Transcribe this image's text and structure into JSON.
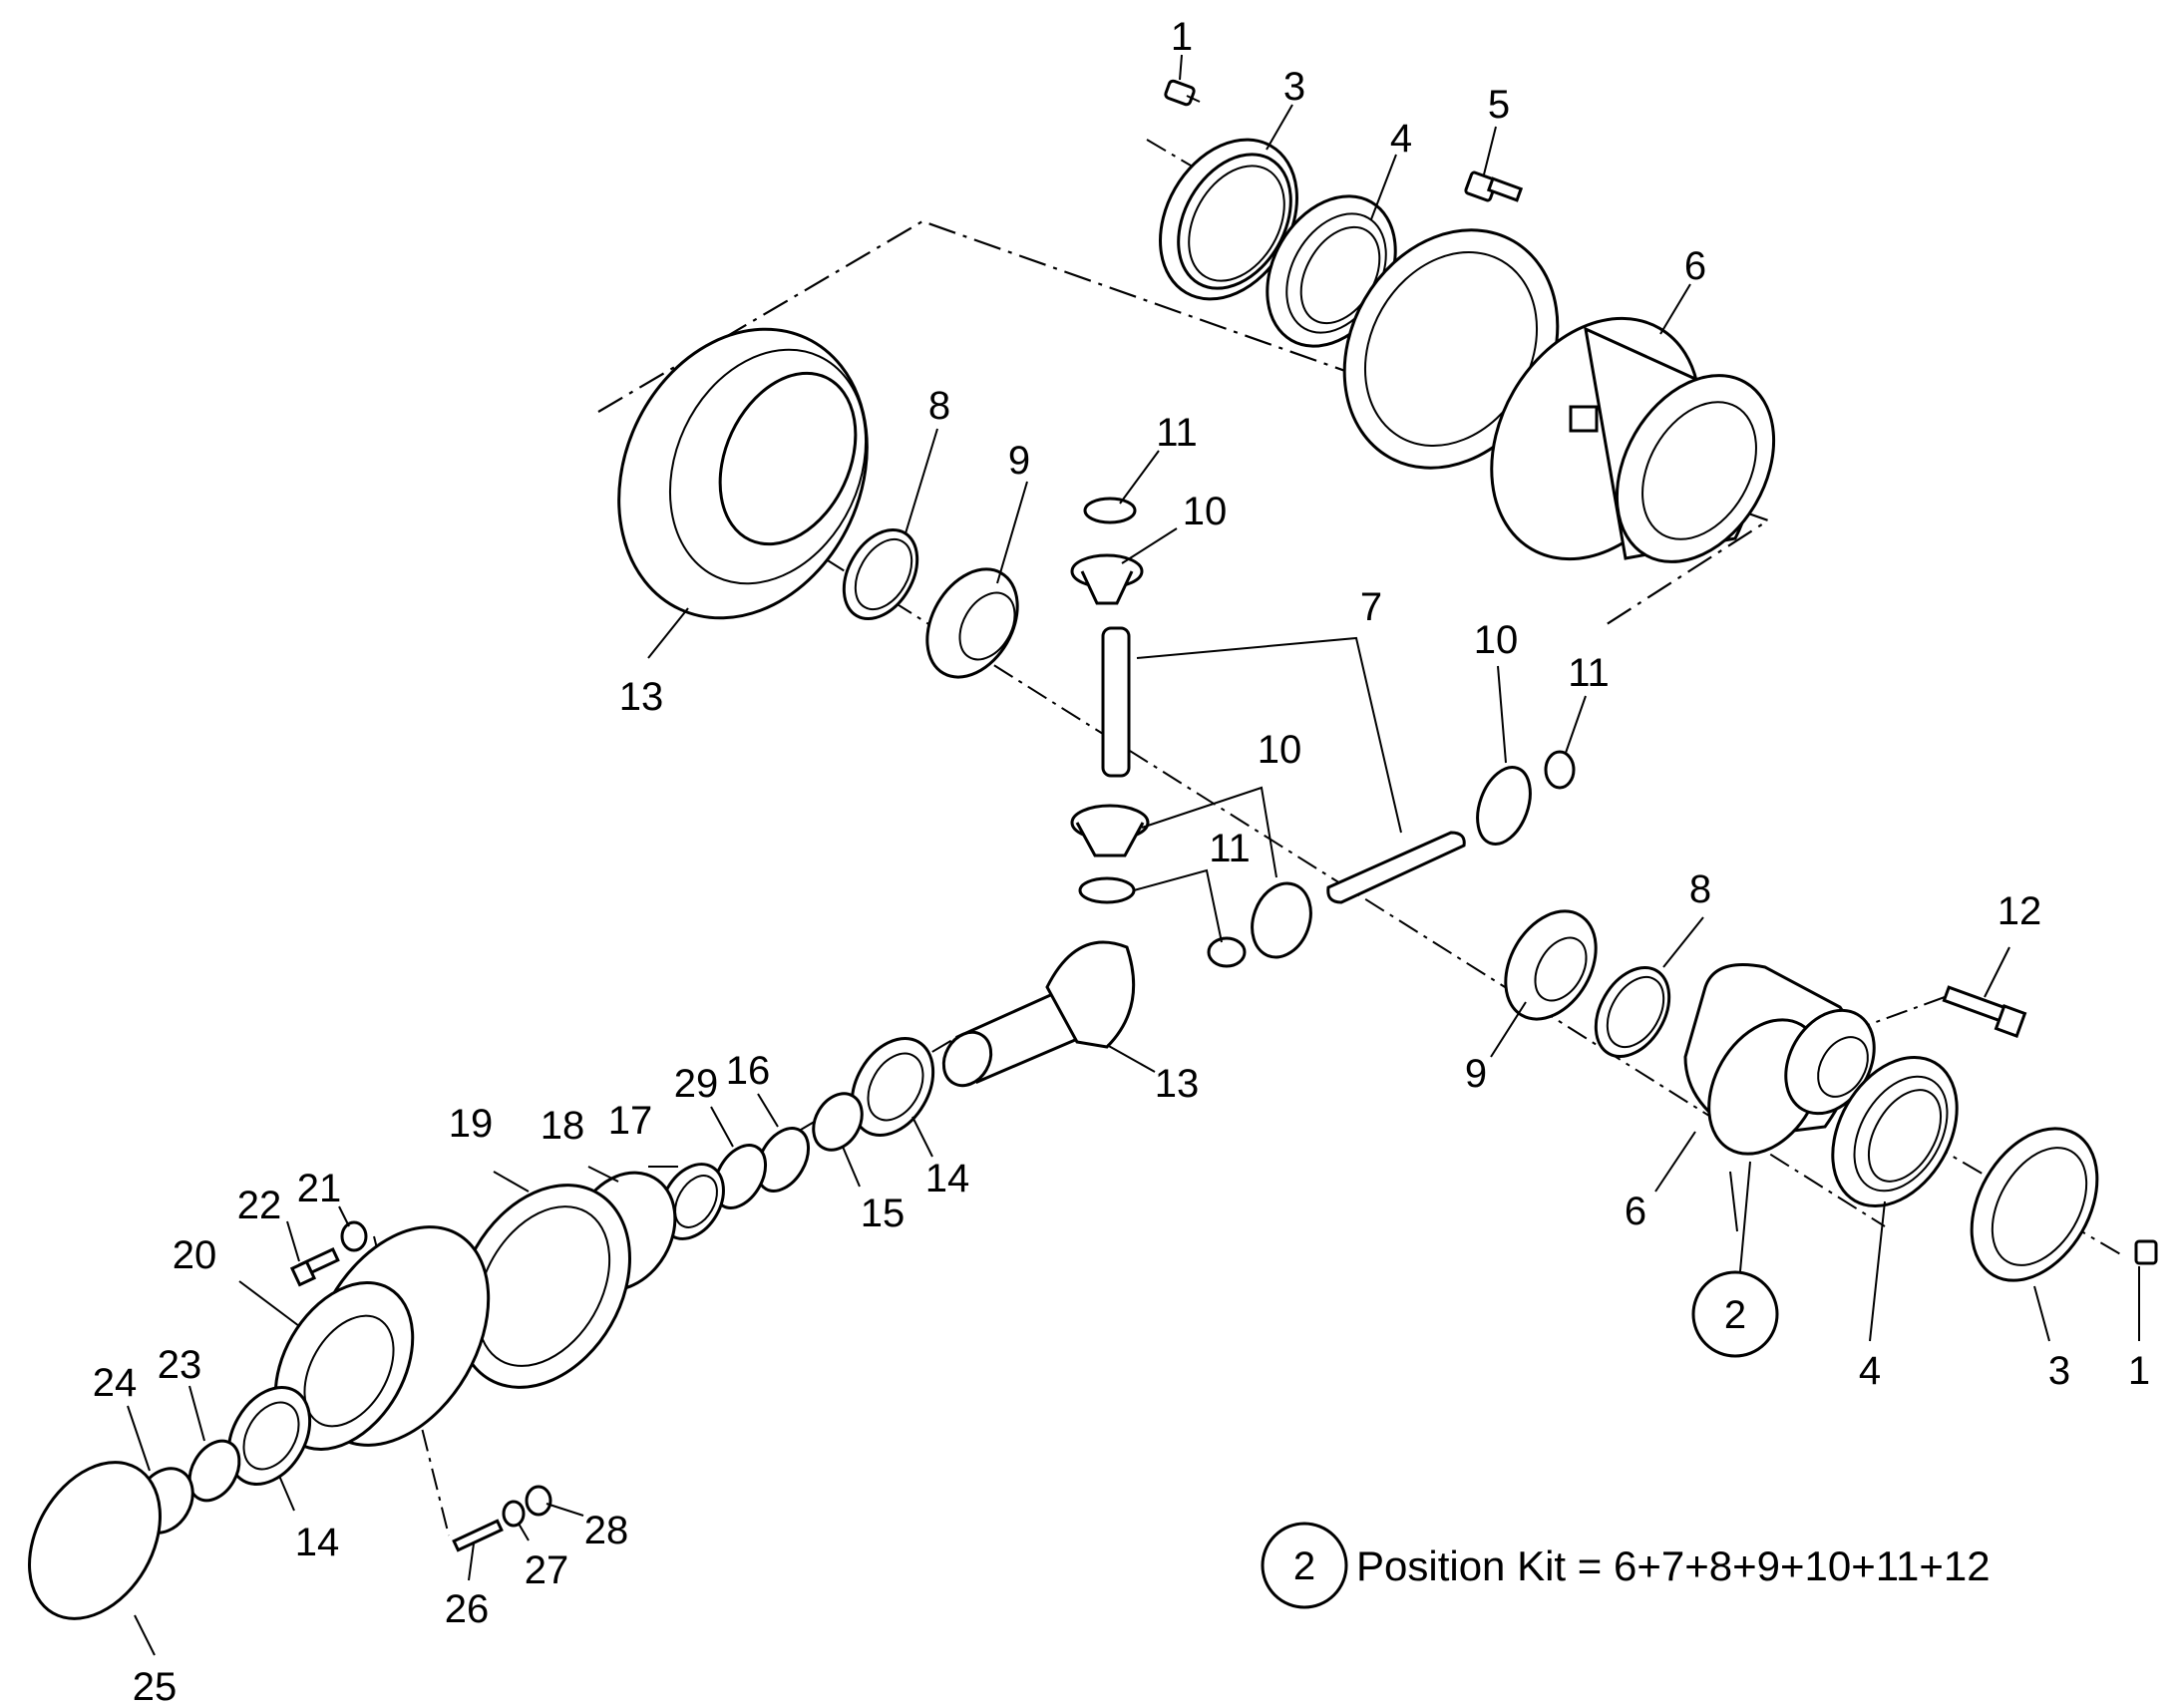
{
  "diagram": {
    "kit_note": {
      "circle_number": "2",
      "text": "Position Kit = 6+7+8+9+10+11+12"
    },
    "callouts": [
      {
        "id": "c1a",
        "text": "1"
      },
      {
        "id": "c3a",
        "text": "3"
      },
      {
        "id": "c4a",
        "text": "4"
      },
      {
        "id": "c5",
        "text": "5"
      },
      {
        "id": "c6a",
        "text": "6"
      },
      {
        "id": "c8a",
        "text": "8"
      },
      {
        "id": "c9a",
        "text": "9"
      },
      {
        "id": "c11a",
        "text": "11"
      },
      {
        "id": "c10a",
        "text": "10"
      },
      {
        "id": "c7",
        "text": "7"
      },
      {
        "id": "c13a",
        "text": "13"
      },
      {
        "id": "c10b",
        "text": "10"
      },
      {
        "id": "c11b",
        "text": "11"
      },
      {
        "id": "c10c",
        "text": "10"
      },
      {
        "id": "c11c",
        "text": "11"
      },
      {
        "id": "c8b",
        "text": "8"
      },
      {
        "id": "c12",
        "text": "12"
      },
      {
        "id": "c9b",
        "text": "9"
      },
      {
        "id": "c13b",
        "text": "13"
      },
      {
        "id": "c6b",
        "text": "6"
      },
      {
        "id": "c19",
        "text": "19"
      },
      {
        "id": "c18",
        "text": "18"
      },
      {
        "id": "c17",
        "text": "17"
      },
      {
        "id": "c29",
        "text": "29"
      },
      {
        "id": "c16",
        "text": "16"
      },
      {
        "id": "c15",
        "text": "15"
      },
      {
        "id": "c14a",
        "text": "14"
      },
      {
        "id": "c21",
        "text": "21"
      },
      {
        "id": "c22",
        "text": "22"
      },
      {
        "id": "c20",
        "text": "20"
      },
      {
        "id": "c23",
        "text": "23"
      },
      {
        "id": "c24",
        "text": "24"
      },
      {
        "id": "c14b",
        "text": "14"
      },
      {
        "id": "c25",
        "text": "25"
      },
      {
        "id": "c26",
        "text": "26"
      },
      {
        "id": "c27",
        "text": "27"
      },
      {
        "id": "c28",
        "text": "28"
      },
      {
        "id": "c2",
        "text": "2"
      },
      {
        "id": "c4b",
        "text": "4"
      },
      {
        "id": "c3b",
        "text": "3"
      },
      {
        "id": "c1b",
        "text": "1"
      }
    ]
  }
}
